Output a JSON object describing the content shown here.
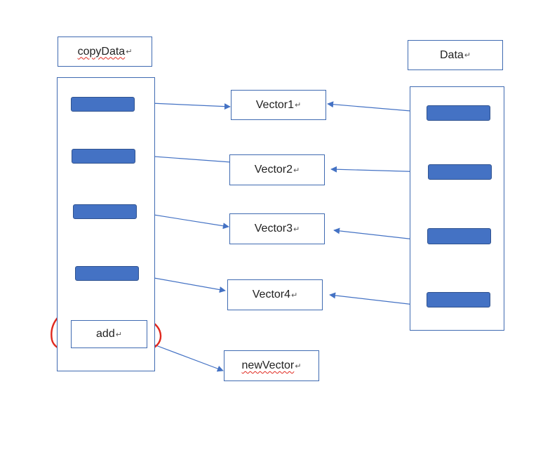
{
  "colors": {
    "border": "#3f6ab1",
    "bar_fill": "#4472c4",
    "bar_border": "#2f528f",
    "arrow": "#4472c4",
    "highlight": "#e0281e"
  },
  "paragraph_mark": "↵",
  "left": {
    "header": "copyData",
    "add_label": "add"
  },
  "right": {
    "header": "Data"
  },
  "vectors": [
    "Vector1",
    "Vector2",
    "Vector3",
    "Vector4"
  ],
  "new_vector": "newVector"
}
